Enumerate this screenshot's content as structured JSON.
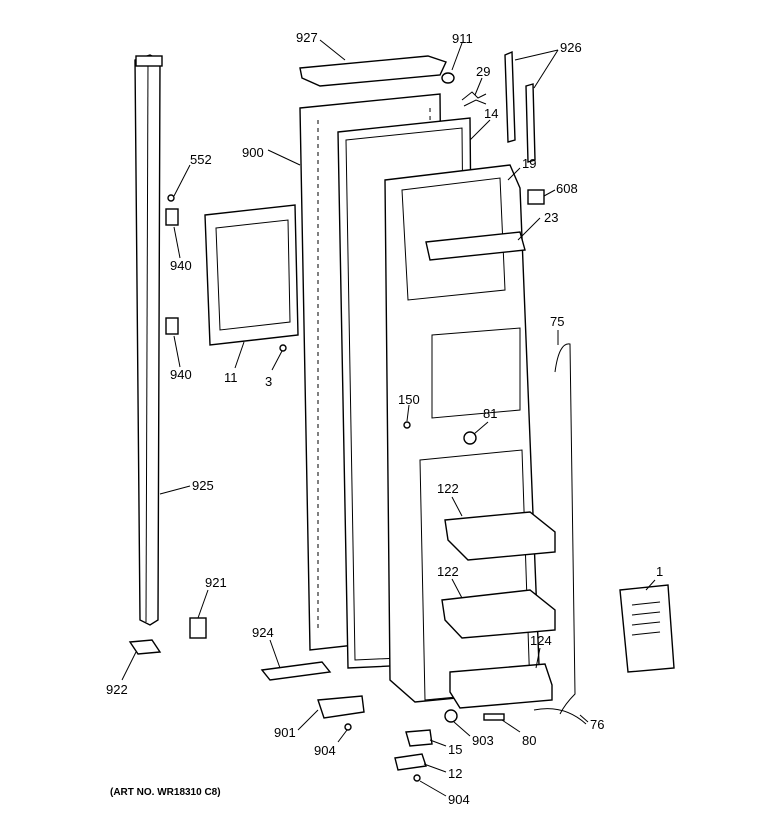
{
  "labels": {
    "l927": "927",
    "l911": "911",
    "l926": "926",
    "l29": "29",
    "l14": "14",
    "l552": "552",
    "l900": "900",
    "l19": "19",
    "l608": "608",
    "l23": "23",
    "l940a": "940",
    "l940b": "940",
    "l11": "11",
    "l3": "3",
    "l75": "75",
    "l150": "150",
    "l81": "81",
    "l925": "925",
    "l122a": "122",
    "l122b": "122",
    "l1": "1",
    "l921": "921",
    "l924": "924",
    "l124": "124",
    "l922": "922",
    "l901": "901",
    "l904a": "904",
    "l903": "903",
    "l80": "80",
    "l76": "76",
    "l15": "15",
    "l12": "12",
    "l904b": "904"
  },
  "art_number": "(ART NO. WR18310 C8)"
}
